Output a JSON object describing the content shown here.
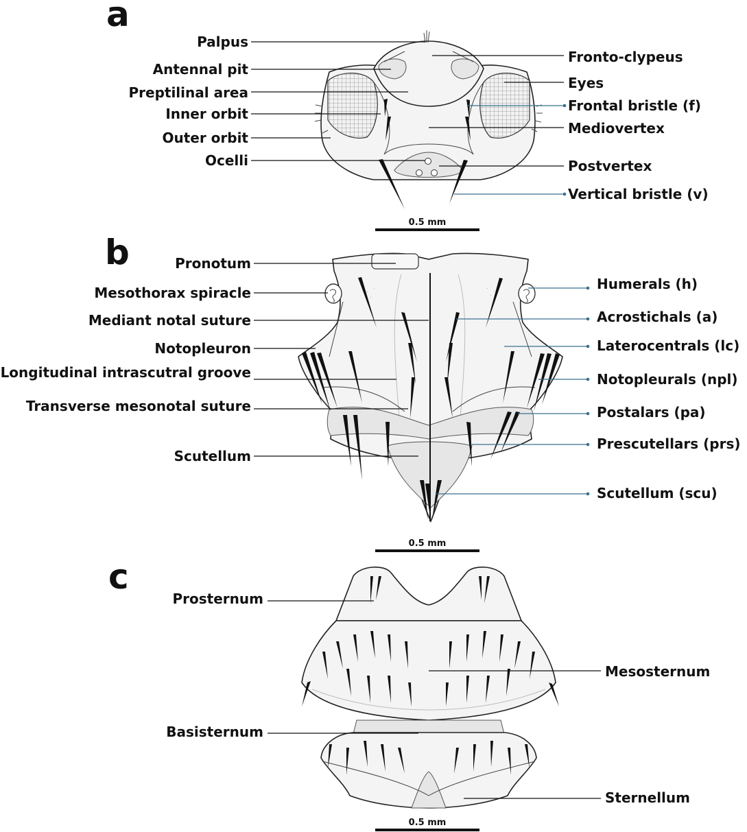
{
  "panels": {
    "a": {
      "letter": "a",
      "scale_bar": "0.5 mm",
      "labels_left": [
        "Palpus",
        "Antennal pit",
        "Preptilinal area",
        "Inner orbit",
        "Outer orbit",
        "Ocelli"
      ],
      "labels_right": [
        "Fronto-clypeus",
        "Eyes",
        "Frontal bristle (f)",
        "Mediovertex",
        "Postvertex",
        "Vertical bristle (v)"
      ]
    },
    "b": {
      "letter": "b",
      "scale_bar": "0.5 mm",
      "labels_left": [
        "Pronotum",
        "Mesothorax spiracle",
        "Mediant notal suture",
        "Notopleuron",
        "Longitudinal intrascutral groove",
        "Transverse mesonotal suture",
        "Scutellum"
      ],
      "labels_right": [
        "Humerals (h)",
        "Acrostichals (a)",
        "Laterocentrals (lc)",
        "Notopleurals (npl)",
        "Postalars (pa)",
        "Prescutellars (prs)",
        "Scutellum (scu)"
      ]
    },
    "c": {
      "letter": "c",
      "scale_bar": "0.5 mm",
      "labels_left": [
        "Prosternum",
        "Basisternum"
      ],
      "labels_right": [
        "Mesosternum",
        "Sternellum"
      ]
    }
  },
  "colors": {
    "ink": "#111111",
    "leader_blue": "#3a6f8f",
    "eye_hatch": "#888888"
  }
}
